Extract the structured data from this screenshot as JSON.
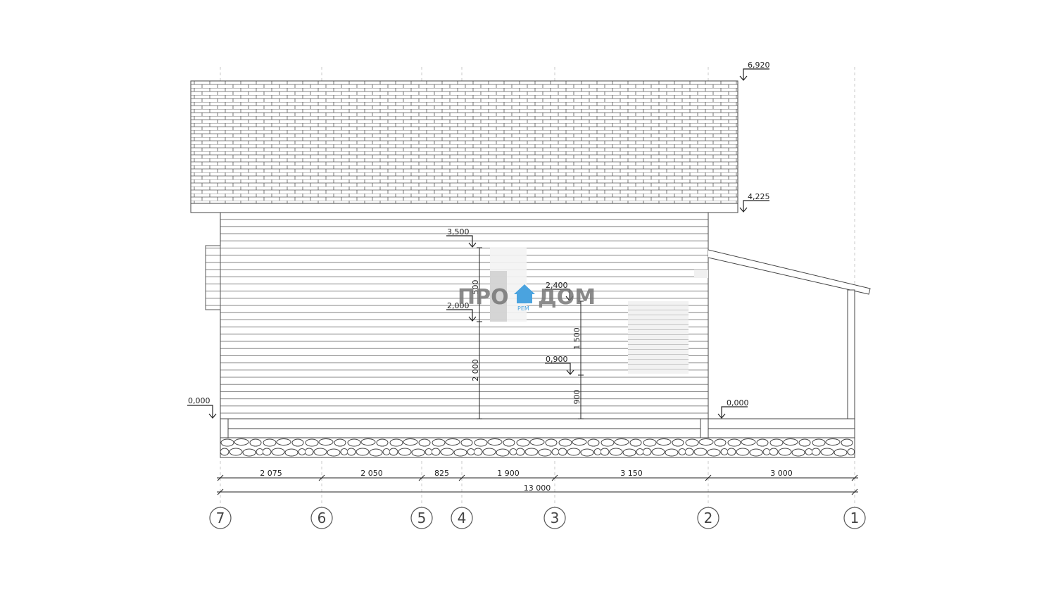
{
  "levels": {
    "ridge": "6,920",
    "eave": "4,225",
    "window_top": "3,500",
    "window_bottom": "2,000",
    "window2_top": "2,400",
    "window2_bottom": "0,900",
    "ground_left": "0,000",
    "ground_right": "0,000"
  },
  "vertical_dims": {
    "upper_window": "500",
    "lower_left": "2 000",
    "window2_height": "1 500",
    "lower_right": "900"
  },
  "horizontal_dims": [
    "2 075",
    "2 050",
    "825",
    "1 900",
    "3 150",
    "3 000"
  ],
  "total_dim": "13 000",
  "axes": [
    "7",
    "6",
    "5",
    "4",
    "3",
    "2",
    "1"
  ],
  "watermark": {
    "left": "ПРО",
    "right": "ДОМ",
    "sub": "РЕМ",
    "accent_color": "#4aa3df"
  }
}
